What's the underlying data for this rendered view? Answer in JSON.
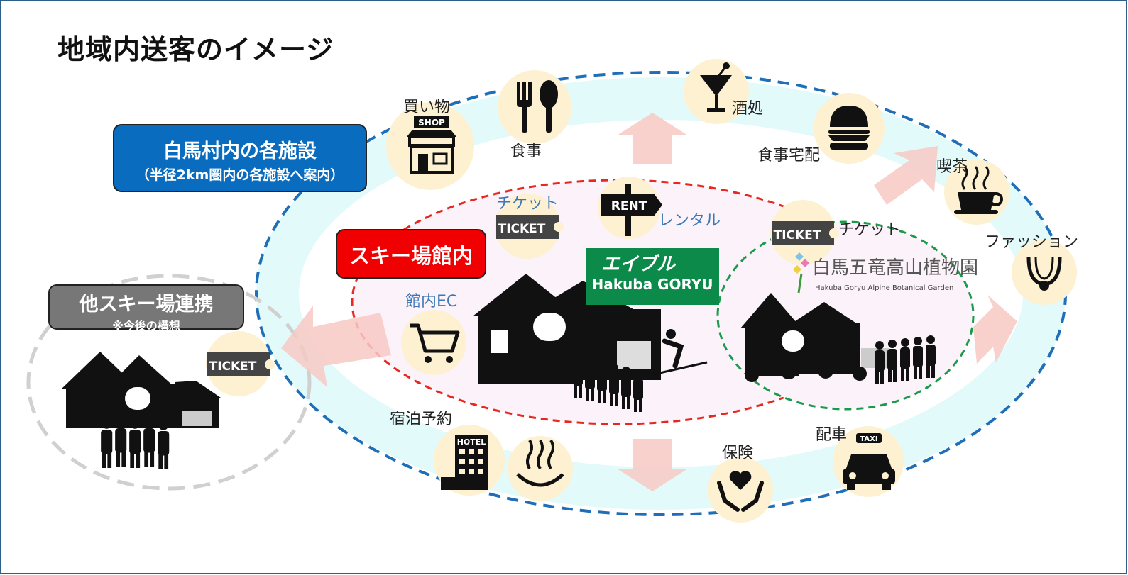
{
  "title": "地域内送客のイメージ",
  "boxes": {
    "hakuba": {
      "line1": "白馬村内の各施設",
      "line2": "（半径2km圏内の各施設へ案内）",
      "color": "#0a6cbf"
    },
    "ski": {
      "label": "スキー場館内",
      "color": "#f00000"
    },
    "other": {
      "line1": "他スキー場連携",
      "line2": "※今後の構想",
      "color": "#777777"
    }
  },
  "labels": {
    "shopping": "買い物",
    "meal": "食事",
    "bar": "酒処",
    "delivery": "食事宅配",
    "cafe": "喫茶",
    "fashion": "ファッション",
    "ticket_inner": "チケット",
    "rental": "レンタル",
    "ticket_garden": "チケット",
    "ec": "館内EC",
    "lodging": "宿泊予約",
    "insurance": "保険",
    "taxi": "配車"
  },
  "icons": {
    "shop_sign": "SHOP",
    "ticket_text": "TICKET",
    "rent_text": "RENT",
    "hotel_text": "HOTEL",
    "taxi_text": "TAXI"
  },
  "logos": {
    "goryu_jp": "エイブル",
    "goryu_en": "Hakuba GORYU",
    "garden_jp": "白馬五竜高山植物園",
    "garden_en": "Hakuba Goryu Alpine Botanical Garden"
  },
  "colors": {
    "outer_ring": "#1f6fb8",
    "inner_ring": "#e8271e",
    "garden_ring": "#1a9b4b",
    "other_ring": "#cccccc",
    "icon_circle": "#fdf1d2",
    "arrow": "#f7c9c4"
  }
}
